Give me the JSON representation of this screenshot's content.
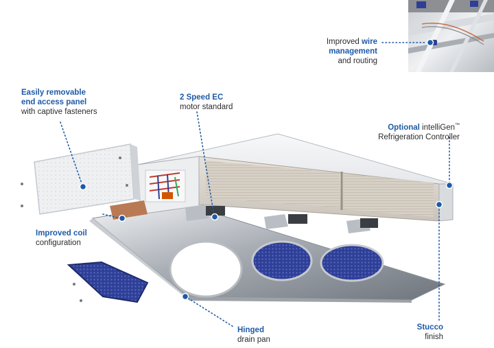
{
  "colors": {
    "accent": "#1f5aa6",
    "text": "#2b2b2b",
    "metal_light": "#e9ecef",
    "metal_dark": "#9aa1a8",
    "fan_blue": "#2e3f95"
  },
  "callouts": {
    "wire": {
      "prefix": "Improved ",
      "highlight": "wire\nmanagement",
      "suffix": "and routing"
    },
    "panel": {
      "highlight": "Easily removable\nend access panel",
      "suffix": "with captive fasteners"
    },
    "motor": {
      "highlight": "2 Speed EC",
      "suffix": "motor standard"
    },
    "controller": {
      "highlight": "Optional",
      "brand": " intelliGen",
      "tm": "™",
      "suffix": "Refrigeration Controller"
    },
    "coil": {
      "highlight": "Improved coil",
      "suffix": "configuration"
    },
    "drain": {
      "highlight": "Hinged",
      "suffix": "drain pan"
    },
    "stucco": {
      "highlight": "Stucco",
      "suffix": "finish"
    }
  }
}
